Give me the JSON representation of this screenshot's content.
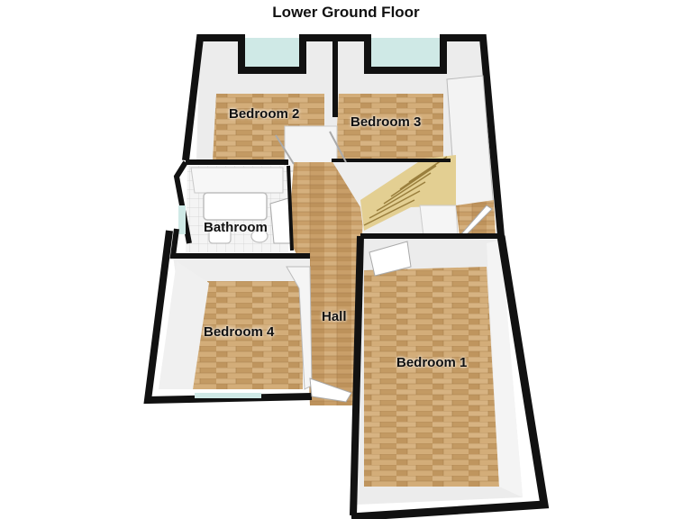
{
  "plan": {
    "title": "Lower Ground Floor",
    "rooms": {
      "bedroom1": "Bedroom 1",
      "bedroom2": "Bedroom 2",
      "bedroom3": "Bedroom 3",
      "bedroom4": "Bedroom 4",
      "bathroom": "Bathroom",
      "hall": "Hall"
    }
  },
  "colors": {
    "wall": "#111111",
    "wood": "#c9a26e",
    "inner_wall": "#f2f2f2",
    "window_glass": "#cfe9e6",
    "stair_tread": "#e3cf92"
  }
}
